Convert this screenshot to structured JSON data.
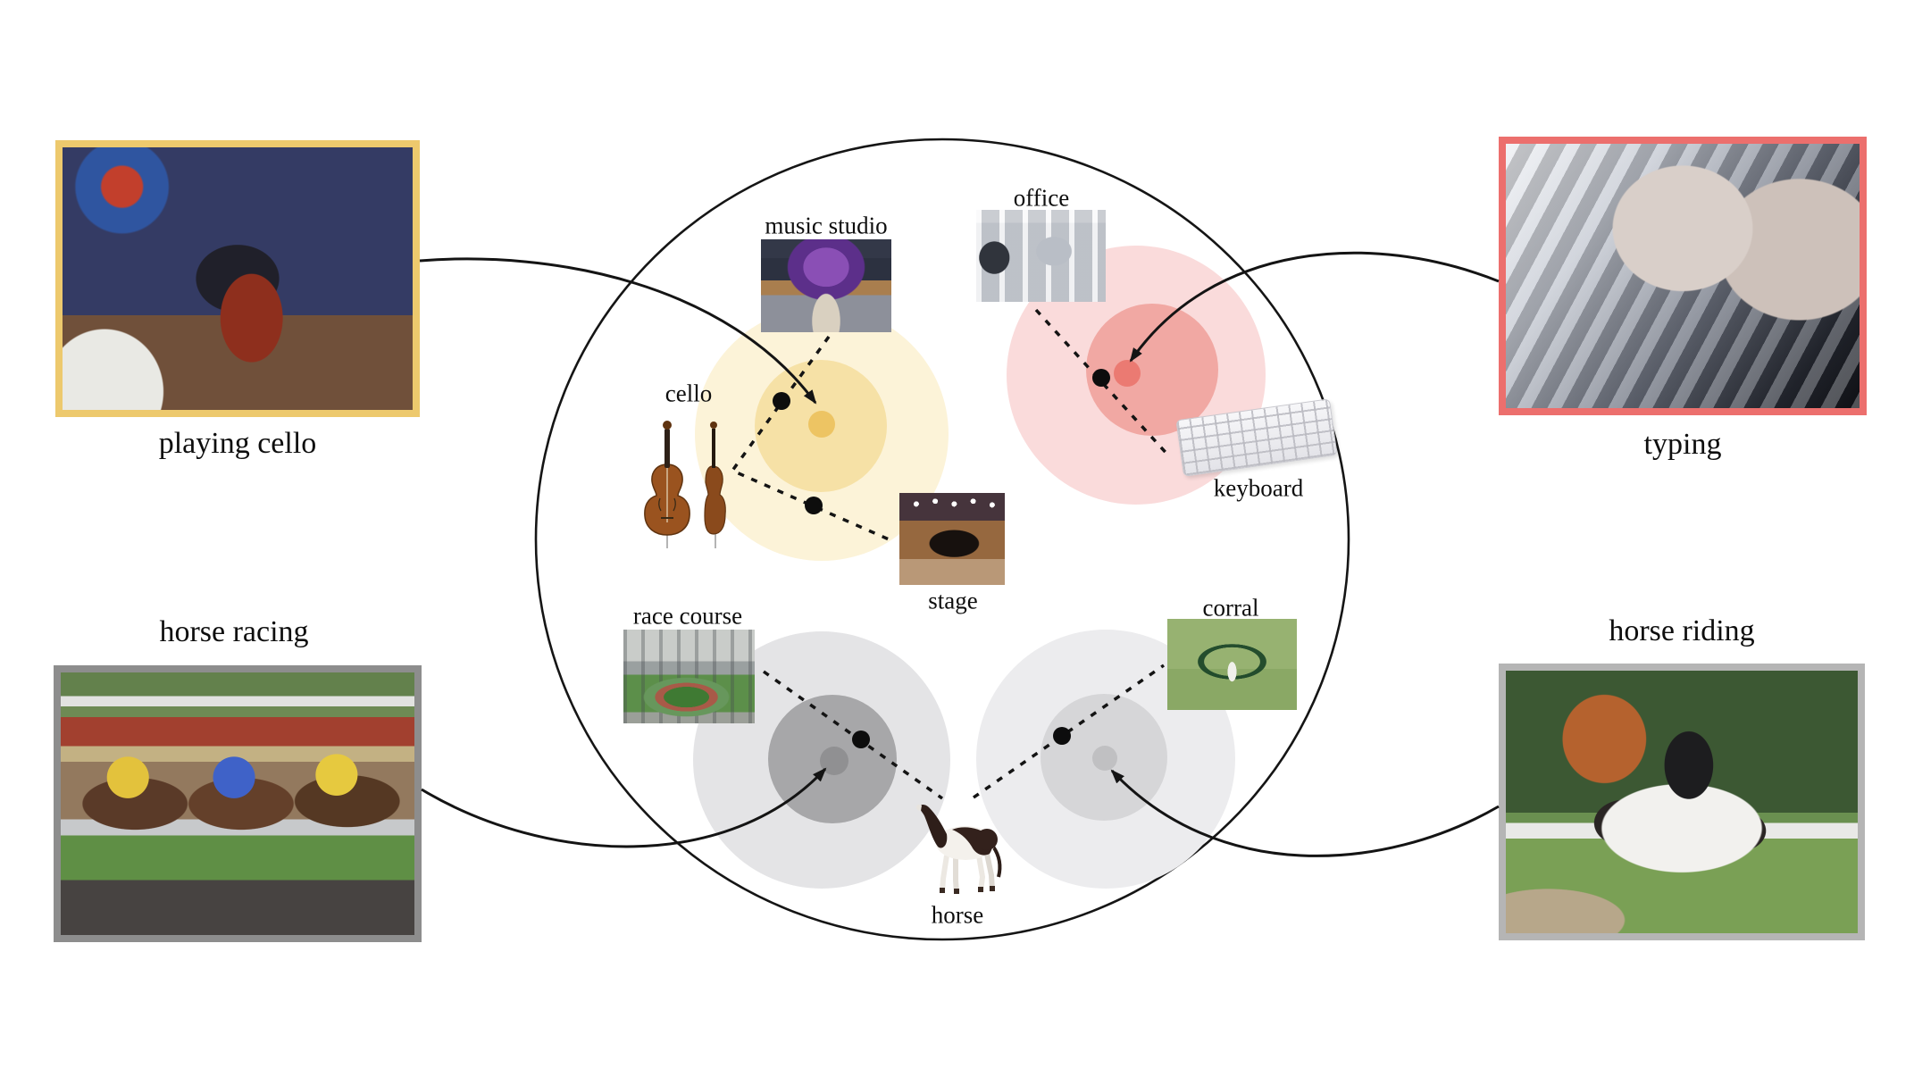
{
  "examples": {
    "playing_cello": {
      "caption": "playing cello",
      "border_color": "#edc96d"
    },
    "typing": {
      "caption": "typing",
      "border_color": "#ec6f6d"
    },
    "horse_racing": {
      "caption": "horse racing",
      "border_color": "#8d8d8d"
    },
    "horse_riding": {
      "caption": "horse riding",
      "border_color": "#b5b5b5"
    }
  },
  "concepts": {
    "music_studio": {
      "label": "music studio"
    },
    "office": {
      "label": "office"
    },
    "cello": {
      "label": "cello"
    },
    "keyboard": {
      "label": "keyboard"
    },
    "stage": {
      "label": "stage"
    },
    "race_course": {
      "label": "race course"
    },
    "corral": {
      "label": "corral"
    },
    "horse": {
      "label": "horse"
    }
  },
  "blobs": {
    "music_context": {
      "outer": "#fcf3d8",
      "middle": "#f6e1a6",
      "inner": "#edc463"
    },
    "office_context": {
      "outer": "#fadbdb",
      "middle": "#f1a8a3",
      "inner": "#eb7a72"
    },
    "racing_context": {
      "outer": "#e4e4e6",
      "middle": "#a7a7a9",
      "inner": "#909092"
    },
    "riding_context": {
      "outer": "#ececee",
      "middle": "#d6d6d8",
      "inner": "#c0c0c2"
    }
  },
  "line_color": "#141414"
}
